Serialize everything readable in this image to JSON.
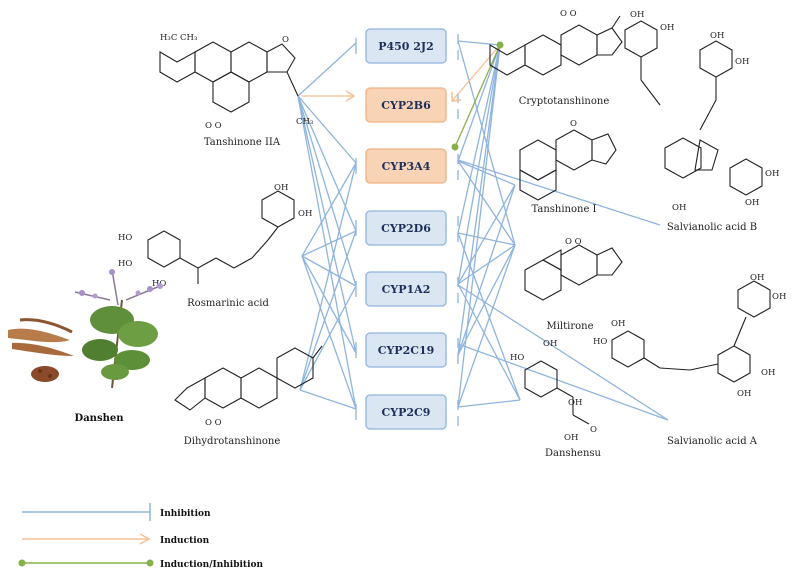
{
  "enzymes": [
    {
      "label": "P450 2J2",
      "highlight": false
    },
    {
      "label": "CYP2B6",
      "highlight": true
    },
    {
      "label": "CYP3A4",
      "highlight": true
    },
    {
      "label": "CYP2D6",
      "highlight": false
    },
    {
      "label": "CYP1A2",
      "highlight": false
    },
    {
      "label": "CYP2C19",
      "highlight": false
    },
    {
      "label": "CYP2C9",
      "highlight": false
    }
  ],
  "compounds": {
    "tanshinone_iia": "Tanshinone IIA",
    "rosmarinic_acid": "Rosmarinic acid",
    "dihydrotanshinone": "Dihydrotanshinone",
    "cryptotanshinone": "Cryptotanshinone",
    "tanshinone_i": "Tanshinone I",
    "miltirone": "Miltirone",
    "danshensu": "Danshensu",
    "salvianolic_acid_b": "Salvianolic acid B",
    "salvianolic_acid_a": "Salvianolic acid A"
  },
  "herb_label": "Danshen",
  "legend": {
    "inhibition": "Inhibition",
    "induction": "Induction",
    "induction_inhibition": "Induction/Inhibition"
  },
  "colors": {
    "inhibition": "#8fb4de",
    "induction": "#f5bf95",
    "induction_inhibition": "#86b04a",
    "box_fill": "#dbe6f3",
    "box_stroke": "#8fb4de",
    "highlight_fill": "#f9d3b6",
    "highlight_stroke": "#f0b184"
  }
}
